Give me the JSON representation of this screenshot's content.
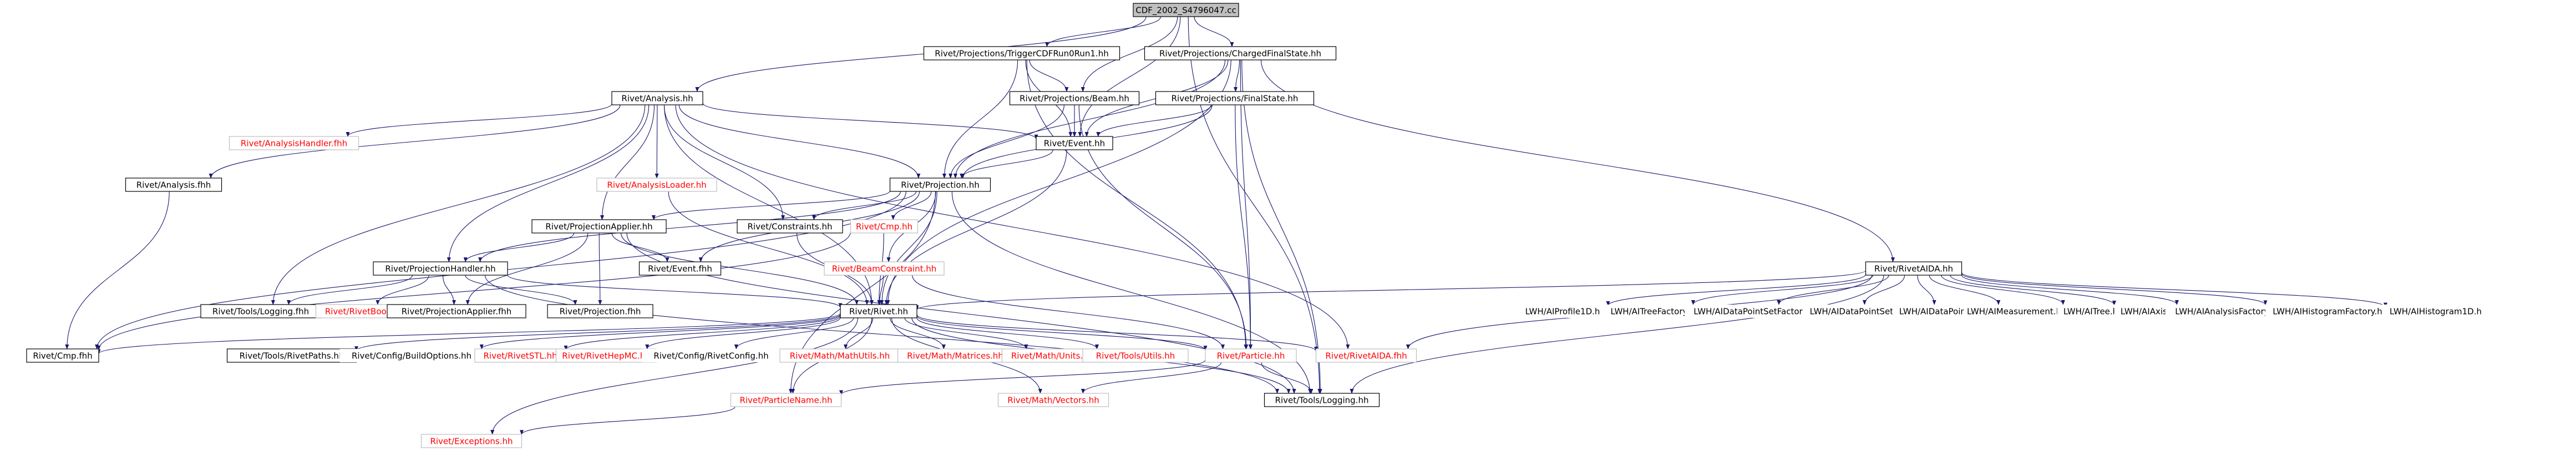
{
  "colors": {
    "edge": "#191970",
    "label_default": "#000000",
    "label_undocumented": "#ff0000",
    "border_default": "#000000",
    "border_undocumented": "#bfbfbf",
    "root_fill": "#bfbfbf",
    "node_fill": "#ffffff"
  },
  "nodes": [
    {
      "id": "root",
      "label": "CDF_2002_S4796047.cc",
      "style": "root"
    },
    {
      "id": "trigger",
      "label": "Rivet/Projections/TriggerCDFRun0Run1.hh",
      "style": "normal"
    },
    {
      "id": "cfs",
      "label": "Rivet/Projections/ChargedFinalState.hh",
      "style": "normal"
    },
    {
      "id": "analysis",
      "label": "Rivet/Analysis.hh",
      "style": "normal"
    },
    {
      "id": "beam",
      "label": "Rivet/Projections/Beam.hh",
      "style": "normal"
    },
    {
      "id": "fs",
      "label": "Rivet/Projections/FinalState.hh",
      "style": "normal"
    },
    {
      "id": "handler_fhh",
      "label": "Rivet/AnalysisHandler.fhh",
      "style": "undoc"
    },
    {
      "id": "event",
      "label": "Rivet/Event.hh",
      "style": "normal"
    },
    {
      "id": "analysis_fhh",
      "label": "Rivet/Analysis.fhh",
      "style": "normal"
    },
    {
      "id": "loader",
      "label": "Rivet/AnalysisLoader.hh",
      "style": "undoc"
    },
    {
      "id": "projection",
      "label": "Rivet/Projection.hh",
      "style": "normal"
    },
    {
      "id": "projapplier",
      "label": "Rivet/ProjectionApplier.hh",
      "style": "normal"
    },
    {
      "id": "constraints",
      "label": "Rivet/Constraints.hh",
      "style": "normal"
    },
    {
      "id": "cmp",
      "label": "Rivet/Cmp.hh",
      "style": "undoc"
    },
    {
      "id": "event_fhh",
      "label": "Rivet/Event.fhh",
      "style": "normal"
    },
    {
      "id": "beamconstraint",
      "label": "Rivet/BeamConstraint.hh",
      "style": "undoc"
    },
    {
      "id": "projhandler",
      "label": "Rivet/ProjectionHandler.hh",
      "style": "normal"
    },
    {
      "id": "rivetaida",
      "label": "Rivet/RivetAIDA.hh",
      "style": "normal"
    },
    {
      "id": "tools_logging_fhh",
      "label": "Rivet/Tools/Logging.fhh",
      "style": "normal"
    },
    {
      "id": "rivetboost",
      "label": "Rivet/RivetBoost.hh",
      "style": "undoc"
    },
    {
      "id": "projapplier_fhh",
      "label": "Rivet/ProjectionApplier.fhh",
      "style": "normal"
    },
    {
      "id": "projection_fhh",
      "label": "Rivet/Projection.fhh",
      "style": "normal"
    },
    {
      "id": "rivet",
      "label": "Rivet/Rivet.hh",
      "style": "normal"
    },
    {
      "id": "lwh_profile1d",
      "label": "LWH/AIProfile1D.h",
      "style": "plain"
    },
    {
      "id": "lwh_treefactory",
      "label": "LWH/AITreeFactory.h",
      "style": "plain"
    },
    {
      "id": "lwh_dpsfactory",
      "label": "LWH/AIDataPointSetFactory.h",
      "style": "plain"
    },
    {
      "id": "lwh_dps",
      "label": "LWH/AIDataPointSet.h",
      "style": "plain"
    },
    {
      "id": "lwh_dp",
      "label": "LWH/AIDataPoint.h",
      "style": "plain"
    },
    {
      "id": "lwh_meas",
      "label": "LWH/AIMeasurement.h",
      "style": "plain"
    },
    {
      "id": "lwh_tree",
      "label": "LWH/AITree.h",
      "style": "plain"
    },
    {
      "id": "lwh_axis",
      "label": "LWH/AIAxis.h",
      "style": "plain"
    },
    {
      "id": "lwh_anafactory",
      "label": "LWH/AIAnalysisFactory.h",
      "style": "plain"
    },
    {
      "id": "lwh_histofactory",
      "label": "LWH/AIHistogramFactory.h",
      "style": "plain"
    },
    {
      "id": "lwh_histo1d",
      "label": "LWH/AIHistogram1D.h",
      "style": "plain"
    },
    {
      "id": "cmp_fhh",
      "label": "Rivet/Cmp.fhh",
      "style": "normal"
    },
    {
      "id": "tools_rivetpaths",
      "label": "Rivet/Tools/RivetPaths.hh",
      "style": "normal"
    },
    {
      "id": "buildoptions",
      "label": "Rivet/Config/BuildOptions.hh",
      "style": "plain"
    },
    {
      "id": "rivetstl",
      "label": "Rivet/RivetSTL.hh",
      "style": "undoc"
    },
    {
      "id": "rivethepmc",
      "label": "Rivet/RivetHepMC.hh",
      "style": "undoc"
    },
    {
      "id": "rivetconfig",
      "label": "Rivet/Config/RivetConfig.hh",
      "style": "plain"
    },
    {
      "id": "mathutils",
      "label": "Rivet/Math/MathUtils.hh",
      "style": "undoc"
    },
    {
      "id": "matrices",
      "label": "Rivet/Math/Matrices.hh",
      "style": "undoc"
    },
    {
      "id": "units",
      "label": "Rivet/Math/Units.hh",
      "style": "undoc"
    },
    {
      "id": "toolsutils",
      "label": "Rivet/Tools/Utils.hh",
      "style": "undoc"
    },
    {
      "id": "particle",
      "label": "Rivet/Particle.hh",
      "style": "undoc"
    },
    {
      "id": "rivetaida_fhh",
      "label": "Rivet/RivetAIDA.fhh",
      "style": "undoc"
    },
    {
      "id": "particlename",
      "label": "Rivet/ParticleName.hh",
      "style": "undoc"
    },
    {
      "id": "vectors",
      "label": "Rivet/Math/Vectors.hh",
      "style": "undoc"
    },
    {
      "id": "tools_logging",
      "label": "Rivet/Tools/Logging.hh",
      "style": "normal"
    },
    {
      "id": "exceptions",
      "label": "Rivet/Exceptions.hh",
      "style": "undoc"
    }
  ],
  "edges": [
    [
      "root",
      "trigger"
    ],
    [
      "root",
      "cfs"
    ],
    [
      "root",
      "analysis"
    ],
    [
      "root",
      "beam"
    ],
    [
      "root",
      "event"
    ],
    [
      "root",
      "tools_logging"
    ],
    [
      "trigger",
      "beam"
    ],
    [
      "trigger",
      "event"
    ],
    [
      "trigger",
      "projection"
    ],
    [
      "trigger",
      "particle"
    ],
    [
      "cfs",
      "fs"
    ],
    [
      "cfs",
      "event"
    ],
    [
      "cfs",
      "projection"
    ],
    [
      "cfs",
      "rivet"
    ],
    [
      "cfs",
      "particle"
    ],
    [
      "cfs",
      "tools_logging"
    ],
    [
      "cfs",
      "rivetaida"
    ],
    [
      "fs",
      "event"
    ],
    [
      "fs",
      "projection"
    ],
    [
      "fs",
      "particle"
    ],
    [
      "beam",
      "event"
    ],
    [
      "beam",
      "projection"
    ],
    [
      "beam",
      "particle"
    ],
    [
      "event",
      "projection"
    ],
    [
      "event",
      "rivet"
    ],
    [
      "analysis",
      "handler_fhh"
    ],
    [
      "analysis",
      "analysis_fhh"
    ],
    [
      "analysis",
      "loader"
    ],
    [
      "analysis",
      "event"
    ],
    [
      "analysis",
      "projection"
    ],
    [
      "analysis",
      "projapplier"
    ],
    [
      "analysis",
      "constraints"
    ],
    [
      "analysis",
      "projhandler"
    ],
    [
      "analysis",
      "rivet"
    ],
    [
      "analysis",
      "tools_logging_fhh"
    ],
    [
      "analysis",
      "rivetaida_fhh"
    ],
    [
      "analysis_fhh",
      "cmp_fhh"
    ],
    [
      "loader",
      "rivet"
    ],
    [
      "projection",
      "projapplier"
    ],
    [
      "projection",
      "projhandler"
    ],
    [
      "projection",
      "constraints"
    ],
    [
      "projection",
      "cmp"
    ],
    [
      "projection",
      "event_fhh"
    ],
    [
      "projection",
      "beamconstraint"
    ],
    [
      "projection",
      "rivet"
    ],
    [
      "projection",
      "cmp_fhh"
    ],
    [
      "projection",
      "particlename"
    ],
    [
      "projection",
      "tools_logging"
    ],
    [
      "projapplier",
      "projhandler"
    ],
    [
      "projapplier",
      "event_fhh"
    ],
    [
      "projapplier",
      "projection_fhh"
    ],
    [
      "projapplier",
      "projapplier_fhh"
    ],
    [
      "projapplier",
      "rivet"
    ],
    [
      "projapplier",
      "tools_logging"
    ],
    [
      "constraints",
      "rivet"
    ],
    [
      "cmp",
      "rivet"
    ],
    [
      "cmp",
      "cmp_fhh"
    ],
    [
      "beamconstraint",
      "rivet"
    ],
    [
      "beamconstraint",
      "particle"
    ],
    [
      "projhandler",
      "tools_logging_fhh"
    ],
    [
      "projhandler",
      "rivetboost"
    ],
    [
      "projhandler",
      "projapplier_fhh"
    ],
    [
      "projhandler",
      "projection_fhh"
    ],
    [
      "projhandler",
      "rivet"
    ],
    [
      "projhandler",
      "tools_logging"
    ],
    [
      "rivetaida",
      "rivet"
    ],
    [
      "rivetaida",
      "rivetaida_fhh"
    ],
    [
      "rivetaida",
      "tools_logging"
    ],
    [
      "rivetaida",
      "lwh_profile1d"
    ],
    [
      "rivetaida",
      "lwh_treefactory"
    ],
    [
      "rivetaida",
      "lwh_dpsfactory"
    ],
    [
      "rivetaida",
      "lwh_dps"
    ],
    [
      "rivetaida",
      "lwh_dp"
    ],
    [
      "rivetaida",
      "lwh_meas"
    ],
    [
      "rivetaida",
      "lwh_tree"
    ],
    [
      "rivetaida",
      "lwh_axis"
    ],
    [
      "rivetaida",
      "lwh_anafactory"
    ],
    [
      "rivetaida",
      "lwh_histofactory"
    ],
    [
      "rivetaida",
      "lwh_histo1d"
    ],
    [
      "rivet",
      "cmp_fhh"
    ],
    [
      "rivet",
      "tools_rivetpaths"
    ],
    [
      "rivet",
      "buildoptions"
    ],
    [
      "rivet",
      "rivetstl"
    ],
    [
      "rivet",
      "rivethepmc"
    ],
    [
      "rivet",
      "rivetconfig"
    ],
    [
      "rivet",
      "mathutils"
    ],
    [
      "rivet",
      "matrices"
    ],
    [
      "rivet",
      "units"
    ],
    [
      "rivet",
      "toolsutils"
    ],
    [
      "rivet",
      "particle"
    ],
    [
      "rivet",
      "rivetaida_fhh"
    ],
    [
      "rivet",
      "particlename"
    ],
    [
      "rivet",
      "vectors"
    ],
    [
      "rivet",
      "tools_logging"
    ],
    [
      "rivet",
      "exceptions"
    ],
    [
      "particle",
      "particlename"
    ],
    [
      "particle",
      "vectors"
    ],
    [
      "particle",
      "tools_logging"
    ],
    [
      "particlename",
      "exceptions"
    ]
  ]
}
